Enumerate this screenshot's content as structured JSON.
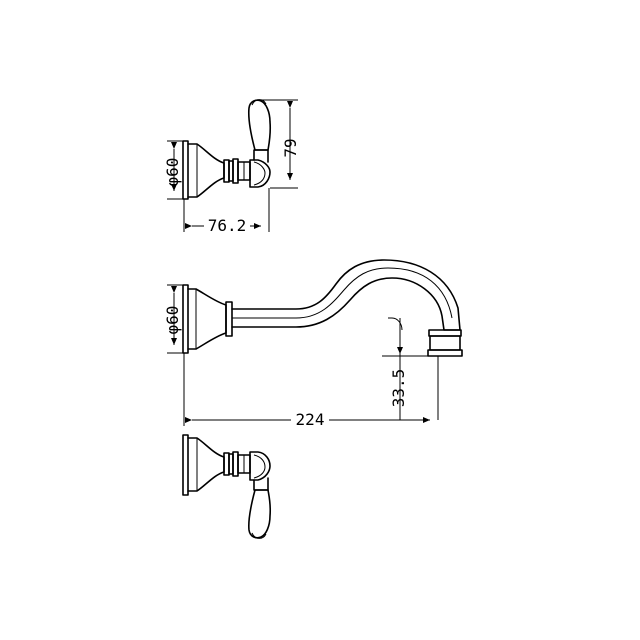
{
  "dimensions": {
    "handle_height": "79",
    "top_flange_diameter": "φ60",
    "handle_projection": "76.2",
    "spout_flange_diameter": "φ60",
    "spout_drop": "33.5",
    "spout_length": "224"
  },
  "colors": {
    "line": "#000000",
    "background": "#ffffff"
  }
}
